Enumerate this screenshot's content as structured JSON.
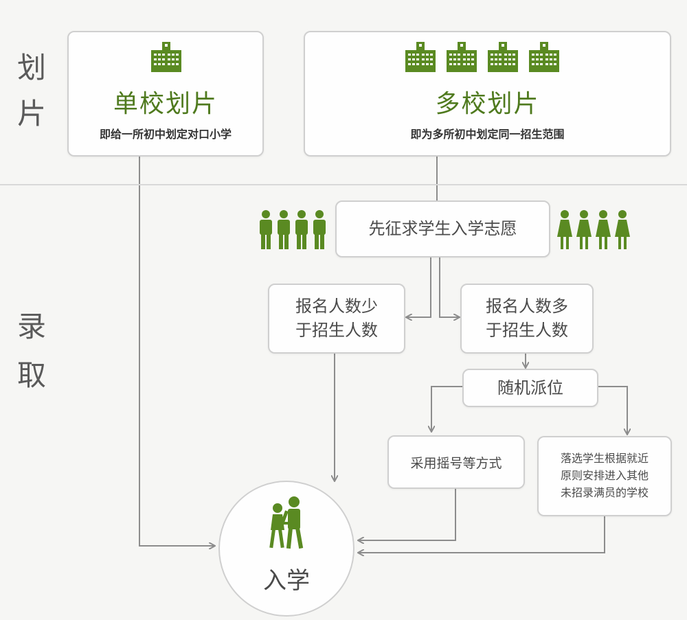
{
  "sections": {
    "zoning": [
      "划",
      "片"
    ],
    "admission": [
      "录",
      "取"
    ]
  },
  "single_school": {
    "title": "单校划片",
    "desc": "即给一所初中划定对口小学"
  },
  "multi_school": {
    "title": "多校划片",
    "desc": "即为多所初中划定同一招生范围"
  },
  "steps": {
    "first_wish": "先征求学生入学志愿",
    "fewer_line1": "报名人数少",
    "fewer_line2": "于招生人数",
    "more_line1": "报名人数多",
    "more_line2": "于招生人数",
    "random": "随机派位",
    "lottery": "采用摇号等方式",
    "leftover_line1": "落选学生根据就近",
    "leftover_line2": "原则安排进入其他",
    "leftover_line3": "未招录满员的学校"
  },
  "result": {
    "enroll": "入学"
  },
  "colors": {
    "accent": "#5a8a22",
    "line": "#8c8c8c"
  },
  "icons": [
    "school-building-icon",
    "boy-student-icon",
    "girl-student-icon",
    "students-walking-icon"
  ]
}
